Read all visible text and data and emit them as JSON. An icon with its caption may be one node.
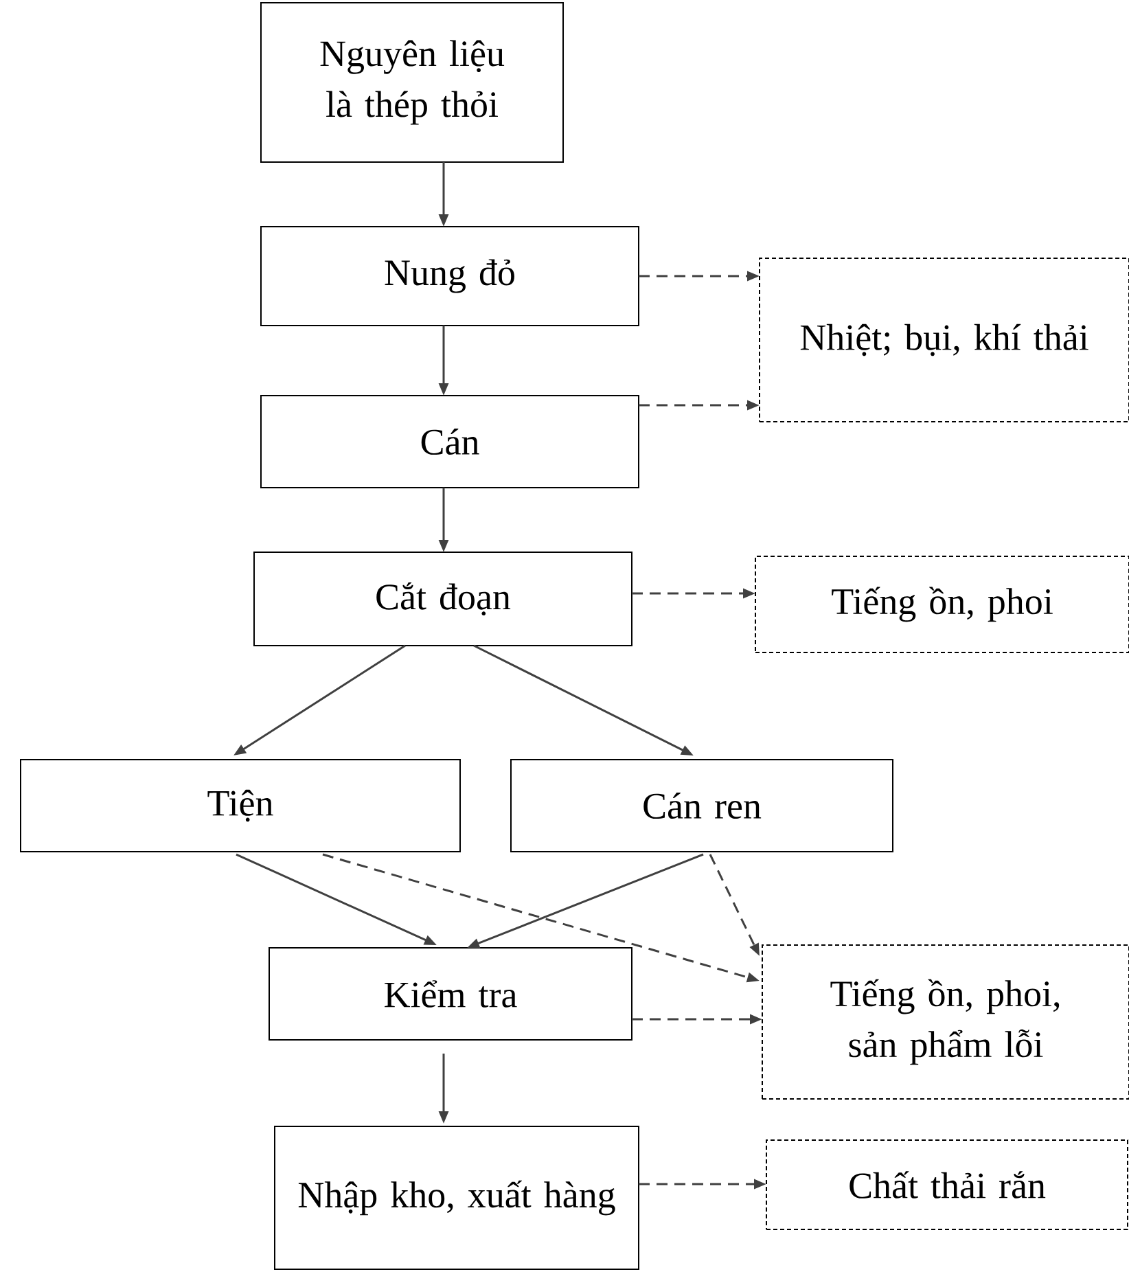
{
  "diagram": {
    "nodes": [
      {
        "text": [
          "Nguyên liệu là thép thỏi"
        ]
      },
      {
        "text": [
          "Nung đỏ"
        ]
      },
      {
        "text": [
          "Cán"
        ]
      },
      {
        "text": [
          "Cắt đoạn"
        ]
      },
      {
        "text": [
          "Nhiệt; bụi, khí thải"
        ]
      },
      {
        "text": [
          "Tiếng ồn, phoi"
        ]
      },
      {
        "text": [
          "Tiện"
        ]
      },
      {
        "text": [
          "Cán ren"
        ]
      },
      {
        "text": [
          "Kiểm tra"
        ]
      },
      {
        "text": [
          "Tiếng ồn, phoi, sản phẩm lỗi"
        ]
      },
      {
        "text": [
          "Nhập kho, xuất hàng"
        ]
      },
      {
        "text": [
          "Chất thải rắn"
        ]
      }
    ],
    "edges": [
      {
        "from": 0,
        "to": 1,
        "arrow": "to"
      },
      {
        "from": 1,
        "to": 2,
        "arrow": "to"
      },
      {
        "from": 2,
        "to": 3,
        "arrow": "to"
      },
      {
        "from": 1,
        "to": 4,
        "arrow": "to",
        "style": "dashed"
      },
      {
        "from": 2,
        "to": 4,
        "arrow": "to",
        "style": "dashed"
      },
      {
        "from": 3,
        "to": 5,
        "arrow": "to",
        "style": "dashed"
      },
      {
        "from": 3,
        "to": 6,
        "arrow": "to"
      },
      {
        "from": 3,
        "to": 7,
        "arrow": "to"
      },
      {
        "from": 6,
        "to": 8,
        "arrow": "to"
      },
      {
        "from": 7,
        "to": 8,
        "arrow": "to"
      },
      {
        "from": 6,
        "to": 9,
        "arrow": "to",
        "style": "dashed"
      },
      {
        "from": 7,
        "to": 9,
        "arrow": "to",
        "style": "dashed"
      },
      {
        "from": 8,
        "to": 9,
        "arrow": "to",
        "style": "dashed"
      },
      {
        "from": 8,
        "to": 10,
        "arrow": "to"
      },
      {
        "from": 10,
        "to": 11,
        "arrow": "to",
        "style": "dashed"
      }
    ]
  }
}
